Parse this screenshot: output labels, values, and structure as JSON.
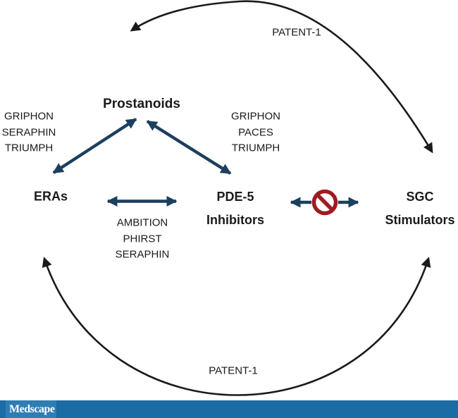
{
  "diagram": {
    "nodes": {
      "prostanoids": {
        "label": "Prostanoids"
      },
      "eras": {
        "label": "ERAs"
      },
      "pde5": {
        "line1": "PDE-5",
        "line2": "Inhibitors"
      },
      "sgc": {
        "line1": "SGC",
        "line2": "Stimulators"
      }
    },
    "arc_labels": {
      "top": "PATENT-1",
      "bottom": "PATENT-1"
    },
    "trials": {
      "eras_prostanoids": [
        "GRIPHON",
        "SERAPHIN",
        "TRIUMPH"
      ],
      "prostanoids_pde5": [
        "GRIPHON",
        "PACES",
        "TRIUMPH"
      ],
      "eras_pde5": [
        "AMBITION",
        "PHIRST",
        "SERAPHIN"
      ]
    },
    "colors": {
      "arrow_navy": "#1c3f5e",
      "prohibition_red": "#9e1b23",
      "arc_black": "#1a1a1a",
      "text": "#1a1a1a"
    }
  },
  "footer": {
    "brand": "Medscape",
    "bar_color": "#1b6ba4",
    "brand_box_color": "#2e7db5"
  }
}
